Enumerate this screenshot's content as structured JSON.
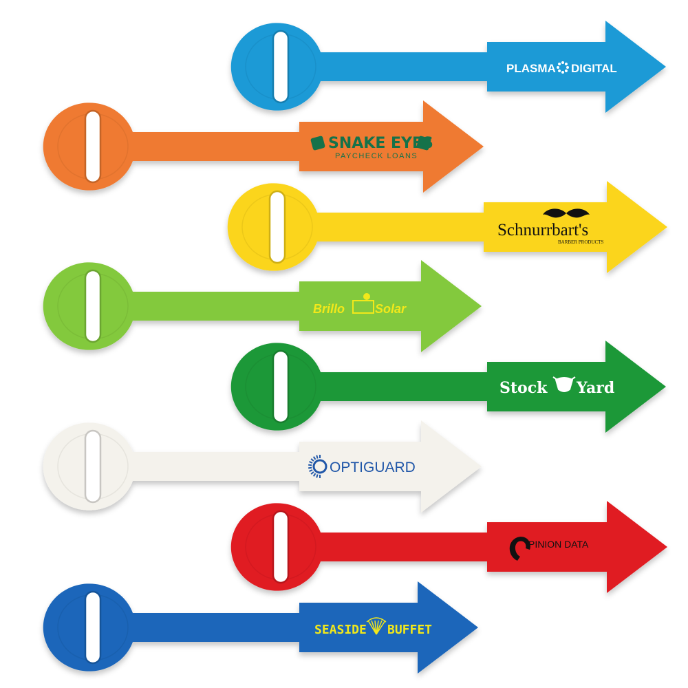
{
  "tags": [
    {
      "color": "#1b9ad6",
      "logo": {
        "name": "plasma-digital",
        "text1": "PLASMA",
        "text2": "DIGITAL",
        "color": "#ffffff"
      }
    },
    {
      "color": "#ef7a30",
      "logo": {
        "name": "snake-eyes",
        "text1": "SNAKE EYES",
        "text2": "PAYCHECK LOANS",
        "color": "#15724a"
      }
    },
    {
      "color": "#fbd51a",
      "logo": {
        "name": "schnurrbarts",
        "text1": "Schnurrbart's",
        "text2": "BARBER PRODUCTS",
        "color": "#111111"
      }
    },
    {
      "color": "#83c93c",
      "logo": {
        "name": "brillo-solar",
        "text1": "Brillo",
        "text2": "Solar",
        "color": "#f2e81a"
      }
    },
    {
      "color": "#1e9838",
      "logo": {
        "name": "stock-yard",
        "text1": "Stock",
        "text2": "Yard",
        "color": "#ffffff"
      }
    },
    {
      "color": "#f4f2ec",
      "logo": {
        "name": "optiguard",
        "text1": "OPTIGUARD",
        "color": "#1f56a8"
      }
    },
    {
      "color": "#e01b22",
      "logo": {
        "name": "opinion-data",
        "text1": "PINION DATA",
        "color": "#111111"
      }
    },
    {
      "color": "#1a66ba",
      "logo": {
        "name": "seaside-buffet",
        "text1": "SEASIDE",
        "text2": "BUFFET",
        "color": "#f2e81a"
      }
    }
  ]
}
